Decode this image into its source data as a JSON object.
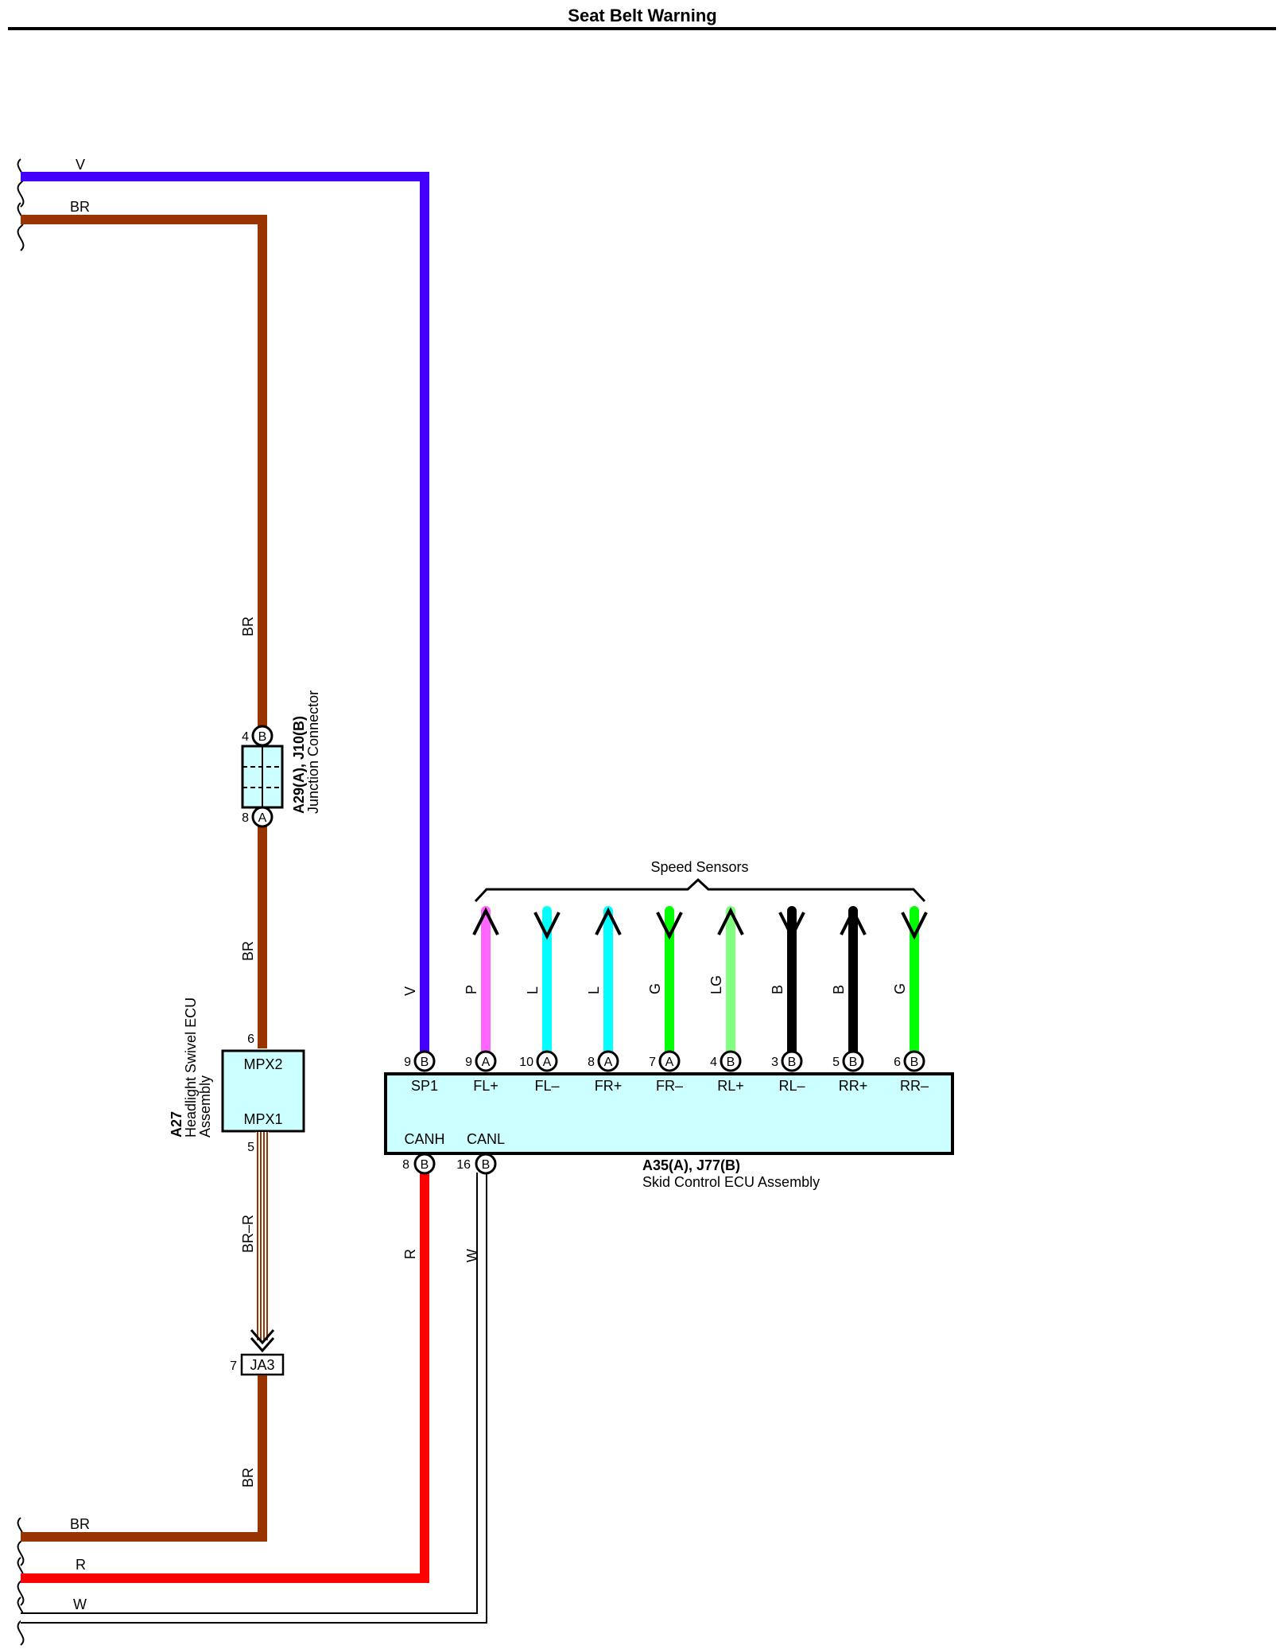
{
  "title": "Seat Belt Warning",
  "colors": {
    "V": "#4400ff",
    "BR": "#993300",
    "R": "#ff0000",
    "W": "#ffffff",
    "P": "#ff66ff",
    "L": "#00ffff",
    "G": "#00ff00",
    "LG": "#80ff80",
    "B": "#000000",
    "BR-R": "#993300",
    "component_fill": "#ccffff"
  },
  "edge_wires": {
    "v": "V",
    "br_top": "BR",
    "br_bottom": "BR",
    "r": "R",
    "w": "W"
  },
  "wire_labels": {
    "br_upper": "BR",
    "br_mid": "BR",
    "br_r": "BR–R",
    "br_lower": "BR",
    "v_vertical": "V",
    "r_vertical": "R",
    "w_vertical": "W"
  },
  "junction_connector": {
    "code": "A29(A), J10(B)",
    "name": "Junction Connector",
    "top_pin": "4",
    "top_conn": "B",
    "bottom_pin": "8",
    "bottom_conn": "A"
  },
  "headlight_ecu": {
    "code": "A27",
    "name_line1": "Headlight Swivel ECU",
    "name_line2": "Assembly",
    "terminal_top": "MPX2",
    "terminal_bottom": "MPX1",
    "pin_top": "6",
    "pin_bottom": "5"
  },
  "junction_block": {
    "label": "JA3",
    "pin": "7"
  },
  "skid_ecu": {
    "code": "A35(A), J77(B)",
    "name": "Skid Control ECU Assembly",
    "sp1": {
      "pin": "9",
      "conn": "B",
      "label": "SP1",
      "wire": "V"
    },
    "canh": {
      "pin": "8",
      "conn": "B",
      "label": "CANH"
    },
    "canl": {
      "pin": "16",
      "conn": "B",
      "label": "CANL"
    }
  },
  "speed_sensors": {
    "label": "Speed Sensors",
    "terminals": [
      {
        "pin": "9",
        "conn": "A",
        "label": "FL+",
        "wire": "P",
        "arrow": "up"
      },
      {
        "pin": "10",
        "conn": "A",
        "label": "FL–",
        "wire": "L",
        "arrow": "down"
      },
      {
        "pin": "8",
        "conn": "A",
        "label": "FR+",
        "wire": "L",
        "arrow": "up"
      },
      {
        "pin": "7",
        "conn": "A",
        "label": "FR–",
        "wire": "G",
        "arrow": "down"
      },
      {
        "pin": "4",
        "conn": "B",
        "label": "RL+",
        "wire": "LG",
        "arrow": "up"
      },
      {
        "pin": "3",
        "conn": "B",
        "label": "RL–",
        "wire": "B",
        "arrow": "down"
      },
      {
        "pin": "5",
        "conn": "B",
        "label": "RR+",
        "wire": "B",
        "arrow": "up"
      },
      {
        "pin": "6",
        "conn": "B",
        "label": "RR–",
        "wire": "G",
        "arrow": "down"
      }
    ]
  }
}
